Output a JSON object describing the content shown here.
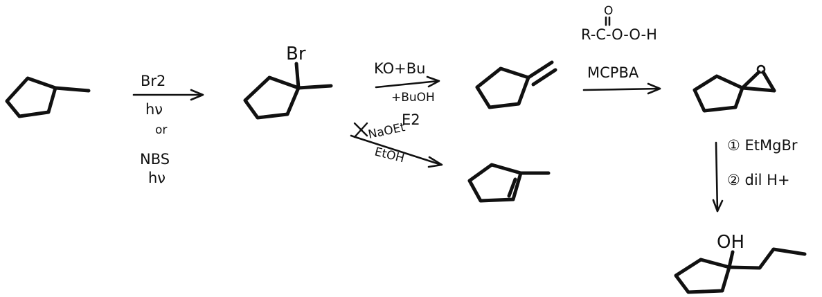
{
  "diagram": {
    "molecules": [
      {
        "id": "m1"
      },
      {
        "id": "m2",
        "substituent_label": "Br"
      },
      {
        "id": "m3"
      },
      {
        "id": "m4"
      },
      {
        "id": "m5"
      },
      {
        "id": "m6",
        "substituent_label": "OH"
      }
    ],
    "reagents": {
      "bromination": {
        "line1": "Br2",
        "line2": "hν",
        "line3": "or",
        "line4": "NBS",
        "line5": "hν"
      },
      "elimination_bulky": {
        "base": "KO+Bu",
        "solvent": "+BuOH",
        "mechanism": "E2"
      },
      "elimination_small": {
        "base": "NaOEt",
        "solvent": "EtOH"
      },
      "epoxidation": {
        "reagent_name": "MCPBA",
        "peracid_o": "O",
        "peracid_formula": "R-C-O-O-H"
      },
      "grignard": {
        "step1": "① EtMgBr",
        "step2": "② dil H+"
      }
    }
  }
}
